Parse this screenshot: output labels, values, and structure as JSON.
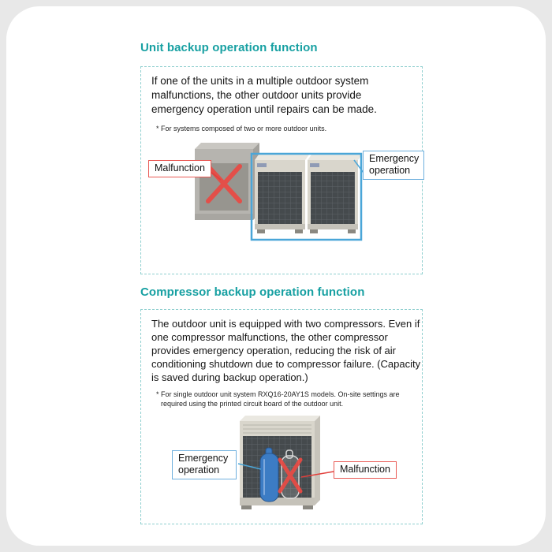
{
  "colors": {
    "heading_teal": "#17a0a2",
    "dashed_border_teal": "#8fcfcf",
    "malfunction_red": "#e95a55",
    "emergency_blue": "#4aa6d8",
    "unit_body_beige": "#d9d6cc",
    "grille_dark": "#454a4d",
    "compressor_blue": "#3c7cc4"
  },
  "sections": [
    {
      "heading": "Unit backup operation function",
      "body": "If one of the units in a multiple outdoor system malfunctions, the other outdoor units provide emergency operation until repairs can be made.",
      "footnote": "* For systems composed of two or more outdoor units.",
      "labels": {
        "malfunction": "Malfunction",
        "emergency": "Emergency operation"
      }
    },
    {
      "heading": "Compressor backup operation function",
      "body": "The outdoor unit is equipped with two compressors. Even if one compressor malfunctions, the other compressor provides emergency operation, reducing the risk of air conditioning shutdown due to compressor failure. (Capacity is saved during backup operation.)",
      "footnote": "* For single outdoor unit system RXQ16-20AY1S models. On-site settings are required using the printed circuit board of the outdoor unit.",
      "labels": {
        "emergency": "Emergency operation",
        "malfunction": "Malfunction"
      }
    }
  ]
}
